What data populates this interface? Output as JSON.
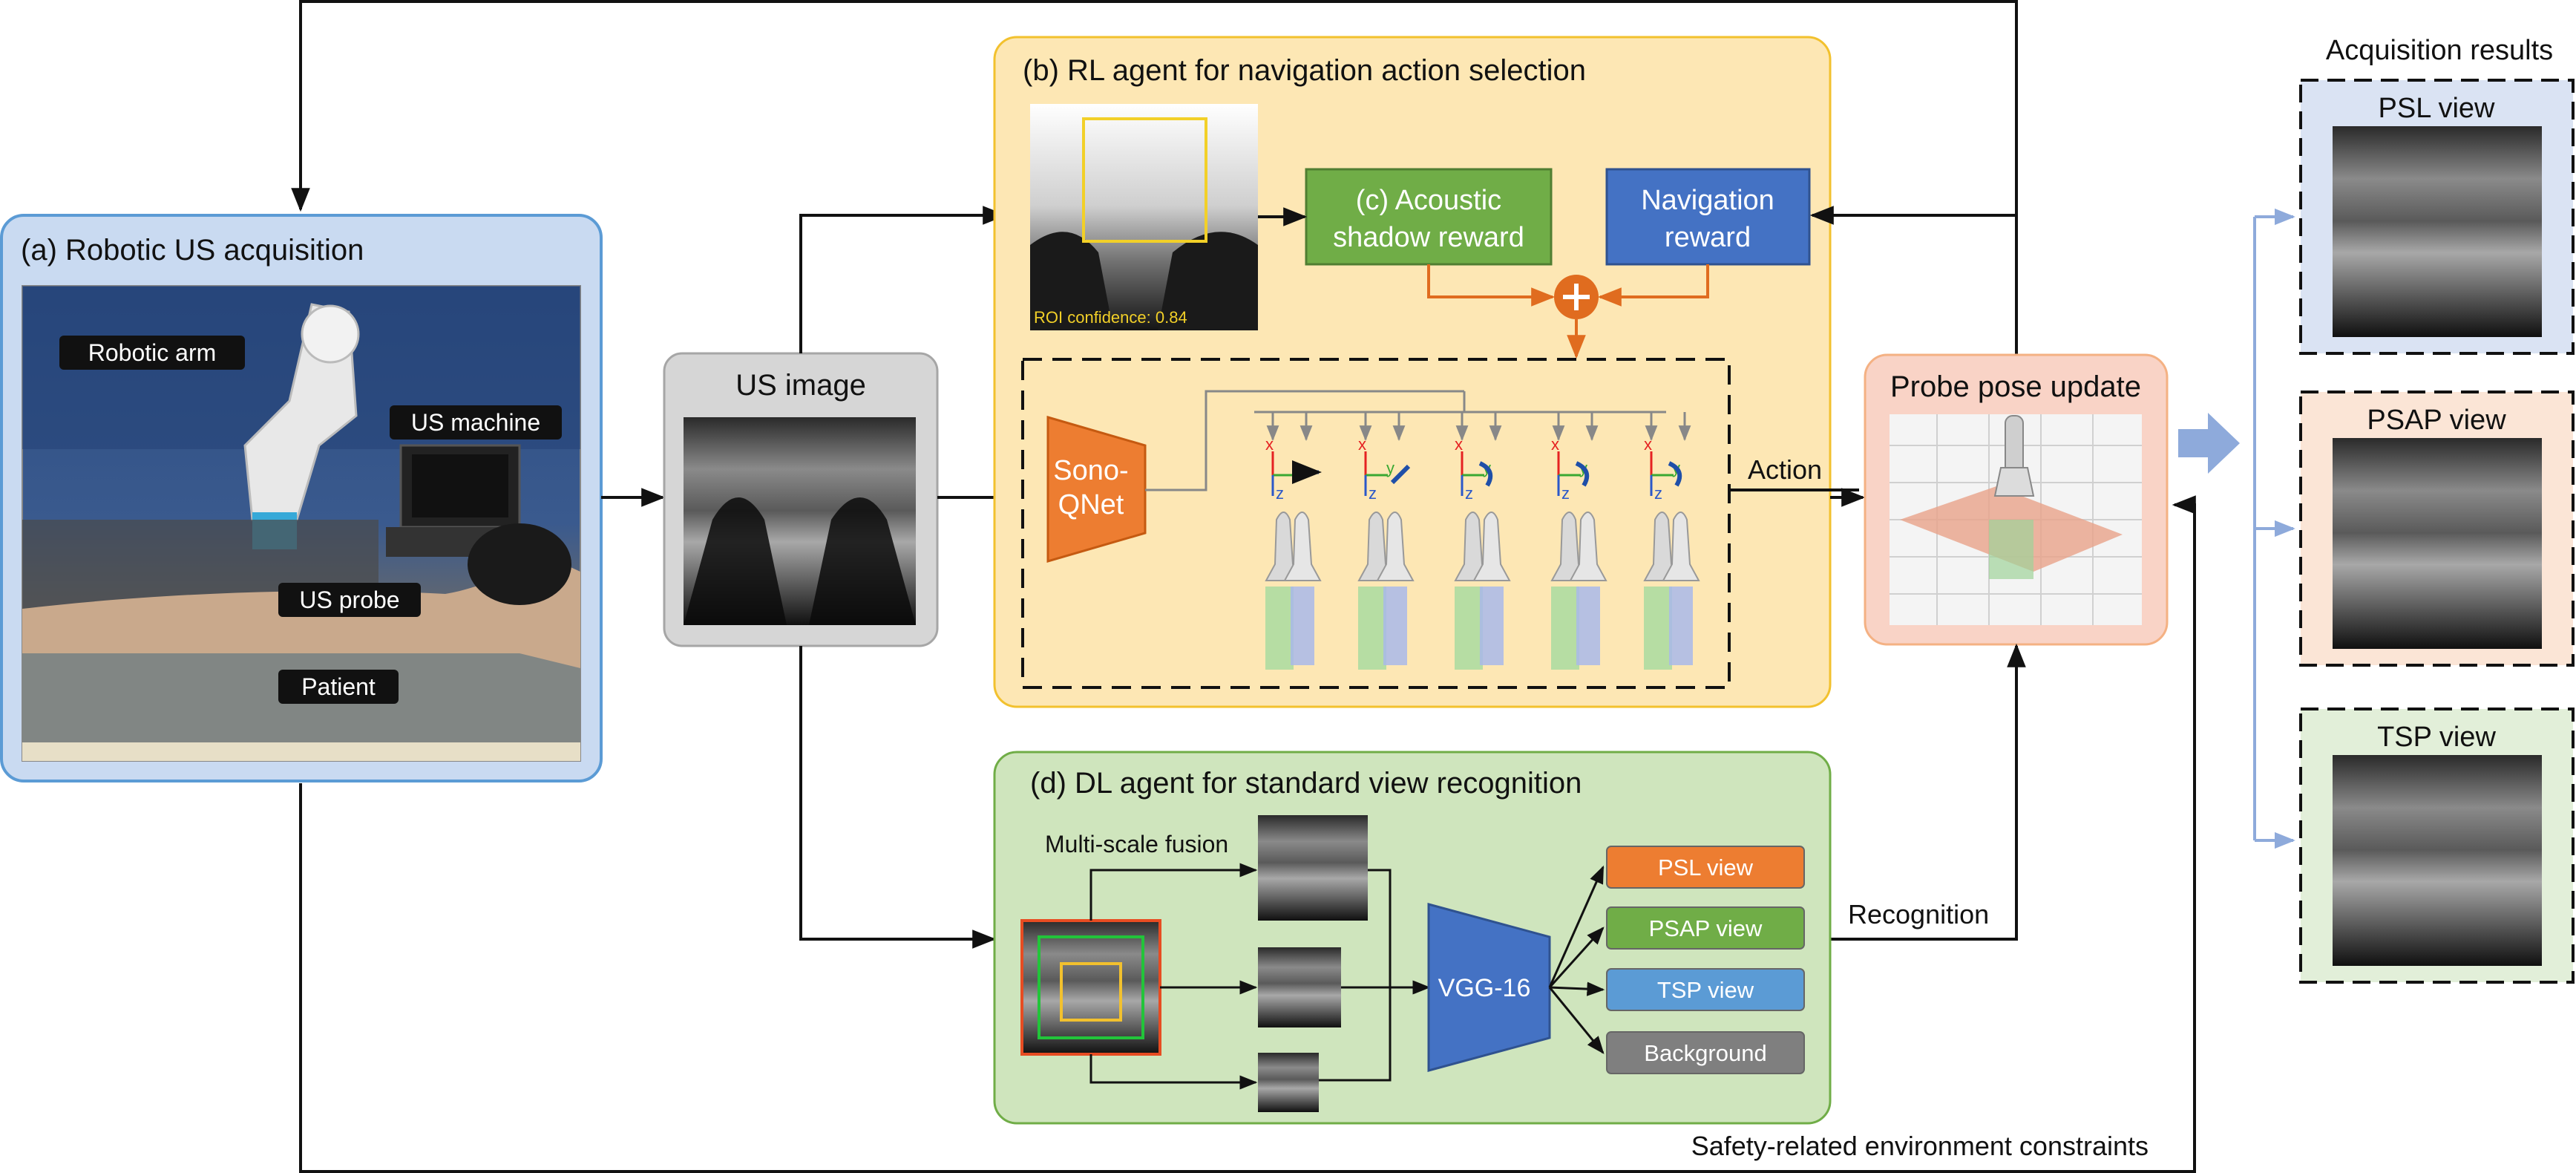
{
  "panels": {
    "a": {
      "title": "(a) Robotic US acquisition",
      "tags": {
        "arm": "Robotic arm",
        "machine": "US machine",
        "probe": "US probe",
        "patient": "Patient"
      }
    },
    "us_image": {
      "title": "US image"
    },
    "b": {
      "title": "(b)  RL agent for navigation action selection",
      "roi_text": "ROI confidence: 0.84"
    },
    "c": {
      "line1": "(c) Acoustic",
      "line2": "shadow reward"
    },
    "nav": {
      "line1": "Navigation",
      "line2": "reward"
    },
    "sonoqnet": {
      "line1": "Sono-",
      "line2": "QNet"
    },
    "action_label": "Action",
    "probe_pose": {
      "title": "Probe pose update"
    },
    "d": {
      "title": "(d) DL agent for standard view recognition",
      "fusion_label": "Multi-scale fusion",
      "vgg": "VGG-16"
    },
    "classes": [
      {
        "label": "PSL view",
        "color": "#ed7d31"
      },
      {
        "label": "PSAP view",
        "color": "#70ad47"
      },
      {
        "label": "TSP view",
        "color": "#5b9bd5"
      },
      {
        "label": "Background",
        "color": "#7f7f7f"
      }
    ],
    "recognition_label": "Recognition",
    "safety_label": "Safety-related environment constraints",
    "results": {
      "title": "Acquisition results",
      "views": [
        {
          "label": "PSL view",
          "bg": "#dae3f3"
        },
        {
          "label": "PSAP view",
          "bg": "#fbe5d6"
        },
        {
          "label": "TSP view",
          "bg": "#e2efd9"
        }
      ]
    }
  },
  "axis_letters": {
    "x": "x",
    "y": "y",
    "z": "z"
  },
  "colors": {
    "orange_panel": "#fde7b4",
    "blue_panel": "#c9daf1",
    "green_panel": "#cfe5bd",
    "grey_panel": "#d6d6d6",
    "pose_panel": "#f9d3c6",
    "accent_orange": "#e06c1f",
    "accent_blue": "#3d72c9",
    "accent_green": "#5ea744"
  }
}
